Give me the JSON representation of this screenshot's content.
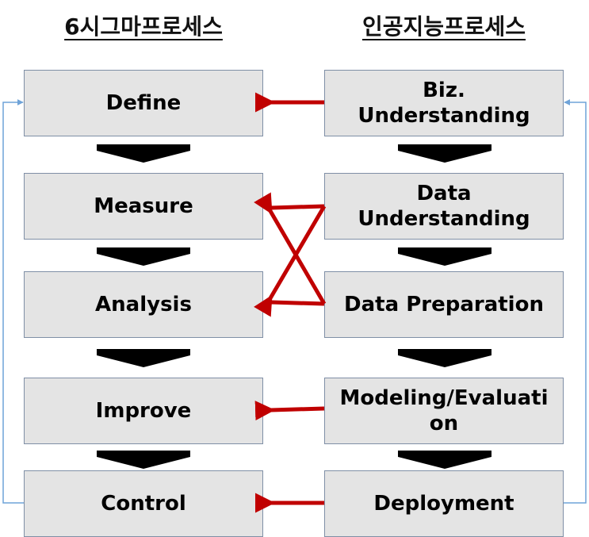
{
  "titles": {
    "left": "6시그마프로세스",
    "right": "인공지능프로세스"
  },
  "six_sigma_steps": [
    "Define",
    "Measure",
    "Analysis",
    "Improve",
    "Control"
  ],
  "ai_steps": [
    [
      "Biz.",
      "Understanding"
    ],
    [
      "Data",
      "Understanding"
    ],
    [
      "Data Preparation"
    ],
    [
      "Modeling/Evaluati",
      "on"
    ],
    [
      "Deployment"
    ]
  ],
  "colors": {
    "box_fill": "#e4e4e4",
    "box_border": "#7f8fa6",
    "mapping_arrow": "#c00000",
    "flow_arrow": "#000000",
    "loop_line": "#6fa3d8"
  }
}
